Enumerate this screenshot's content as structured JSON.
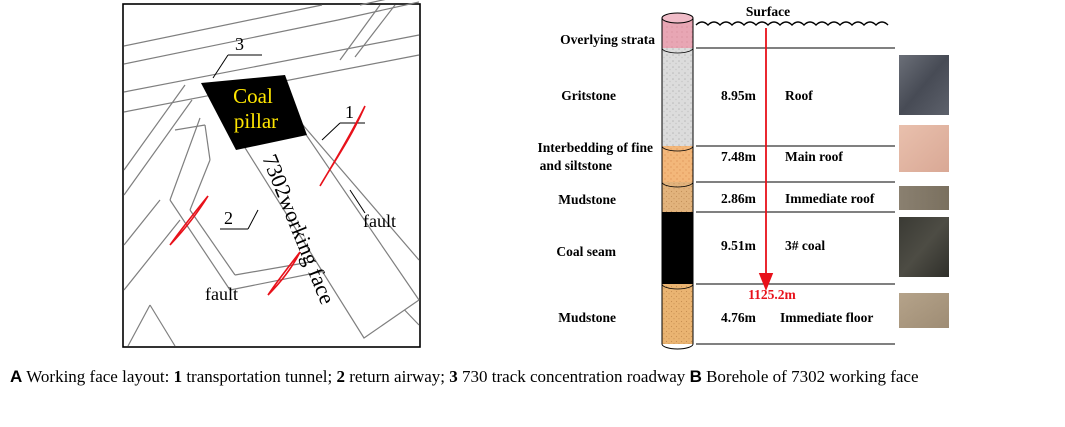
{
  "layout": {
    "label_1": "1",
    "label_2": "2",
    "label_3": "3",
    "coal_pillar_line1": "Coal",
    "coal_pillar_line2": "pillar",
    "working_face": "7302working face",
    "fault_right": "fault",
    "fault_bottom": "fault"
  },
  "borehole": {
    "surface": "Surface",
    "layers": [
      {
        "name": "Overlying strata",
        "thickness": "",
        "label": "",
        "color": "#e8a6b4"
      },
      {
        "name": "Gritstone",
        "thickness": "8.95m",
        "label": "Roof",
        "color": "#dcdcdc"
      },
      {
        "name_line1": "Interbedding of fine",
        "name_line2": "and siltstone",
        "thickness": "7.48m",
        "label": "Main roof",
        "color": "#f3b77a"
      },
      {
        "name": "Mudstone",
        "thickness": "2.86m",
        "label": "Immediate roof",
        "color": "#e2b37c"
      },
      {
        "name": "Coal seam",
        "thickness": "9.51m",
        "label": "3# coal",
        "color": "#000000"
      },
      {
        "name": "Mudstone",
        "thickness": "4.76m",
        "label": "Immediate floor",
        "color": "#e8b270"
      }
    ],
    "depth": "1125.2m",
    "depth_color": "#e8111a"
  },
  "caption": {
    "a": "A",
    "a_text_1": " Working face layout: ",
    "n1": "1",
    "t1": " transportation tunnel; ",
    "n2": "2",
    "t2": " return airway; ",
    "n3": "3",
    "t3": " 730 track concentration roadway ",
    "b": "B",
    "b_text": " Borehole of 7302 working face"
  }
}
